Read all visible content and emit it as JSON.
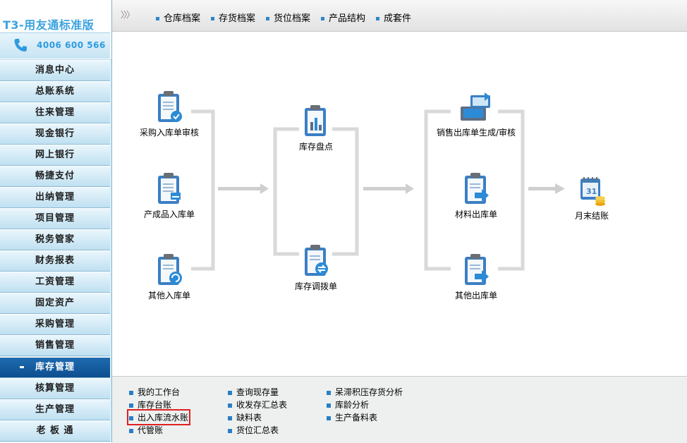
{
  "brand": {
    "title": "T3-用友通标准版",
    "phone": "4006 600 566"
  },
  "sidebar": {
    "items": [
      {
        "label": "消息中心"
      },
      {
        "label": "总账系统"
      },
      {
        "label": "往来管理"
      },
      {
        "label": "现金银行"
      },
      {
        "label": "网上银行"
      },
      {
        "label": "畅捷支付"
      },
      {
        "label": "出纳管理"
      },
      {
        "label": "项目管理"
      },
      {
        "label": "税务管家"
      },
      {
        "label": "财务报表"
      },
      {
        "label": "工资管理"
      },
      {
        "label": "固定资产"
      },
      {
        "label": "采购管理"
      },
      {
        "label": "销售管理"
      },
      {
        "label": "库存管理",
        "active": true
      },
      {
        "label": "核算管理"
      },
      {
        "label": "生产管理"
      },
      {
        "label": "老 板 通"
      }
    ]
  },
  "toolbar": {
    "items": [
      {
        "label": "仓库档案"
      },
      {
        "label": "存货档案"
      },
      {
        "label": "货位档案"
      },
      {
        "label": "产品结构"
      },
      {
        "label": "成套件"
      }
    ]
  },
  "flow": {
    "purchase_in": "采购入库单审核",
    "product_in": "产成品入库单",
    "other_in": "其他入库单",
    "stocktake": "库存盘点",
    "transfer": "库存调拨单",
    "sales_out": "销售出库单生成/审核",
    "material_out": "材料出库单",
    "other_out": "其他出库单",
    "month_end": "月末结账"
  },
  "links": {
    "col1": [
      "我的工作台",
      "库存台账",
      "出入库流水账",
      "代管账"
    ],
    "col2": [
      "查询现存量",
      "收发存汇总表",
      "缺料表",
      "货位汇总表"
    ],
    "col3": [
      "呆滞积压存货分析",
      "库龄分析",
      "生产备料表"
    ]
  },
  "colors": {
    "accent": "#1e6bb0",
    "highlight": "#e02020"
  }
}
